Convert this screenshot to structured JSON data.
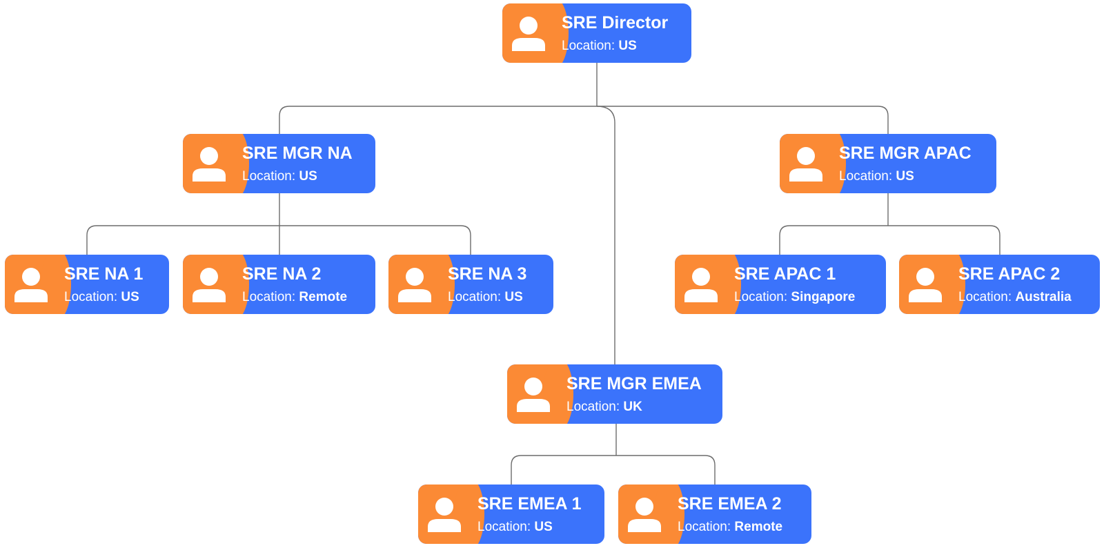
{
  "diagram": {
    "type": "org-chart",
    "location_label": "Location:",
    "colors": {
      "card": "#3b73fb",
      "avatar": "#fb8a35",
      "connector": "#6b6b6b"
    },
    "icon": "person-icon",
    "nodes": [
      {
        "id": "director",
        "title": "SRE Director",
        "location": "US",
        "parent": null
      },
      {
        "id": "mgr_na",
        "title": "SRE MGR NA",
        "location": "US",
        "parent": "director"
      },
      {
        "id": "mgr_apac",
        "title": "SRE MGR APAC",
        "location": "US",
        "parent": "director"
      },
      {
        "id": "mgr_emea",
        "title": "SRE MGR EMEA",
        "location": "UK",
        "parent": "director"
      },
      {
        "id": "na1",
        "title": "SRE NA 1",
        "location": "US",
        "parent": "mgr_na"
      },
      {
        "id": "na2",
        "title": "SRE NA 2",
        "location": "Remote",
        "parent": "mgr_na"
      },
      {
        "id": "na3",
        "title": "SRE NA 3",
        "location": "US",
        "parent": "mgr_na"
      },
      {
        "id": "apac1",
        "title": "SRE APAC 1",
        "location": "Singapore",
        "parent": "mgr_apac"
      },
      {
        "id": "apac2",
        "title": "SRE APAC 2",
        "location": "Australia",
        "parent": "mgr_apac"
      },
      {
        "id": "emea1",
        "title": "SRE EMEA 1",
        "location": "US",
        "parent": "mgr_emea"
      },
      {
        "id": "emea2",
        "title": "SRE EMEA 2",
        "location": "Remote",
        "parent": "mgr_emea"
      }
    ]
  }
}
